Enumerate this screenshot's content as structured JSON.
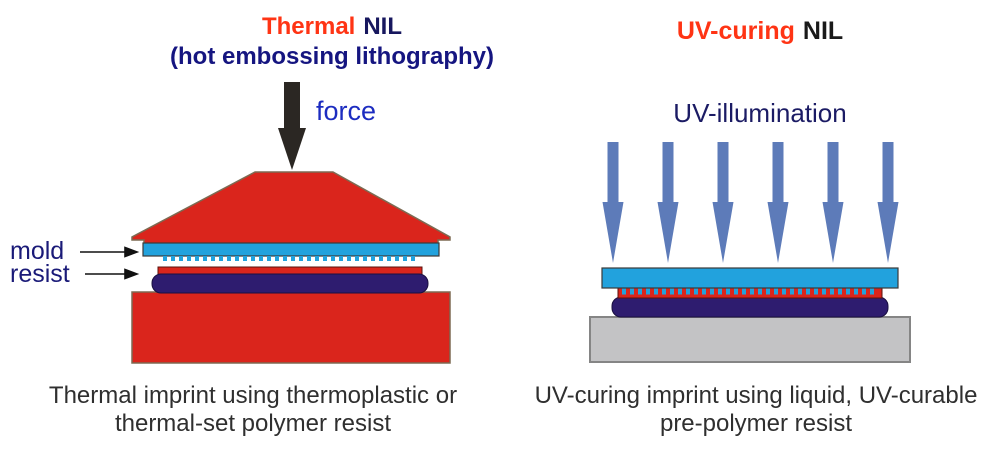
{
  "left": {
    "title_accent": "Thermal",
    "title_rest": "NIL",
    "title_line2": "(hot embossing  lithography)",
    "force_label": "force",
    "mold_label": "mold",
    "resist_label": "resist",
    "caption_line1": "Thermal imprint using thermoplastic or",
    "caption_line2": "thermal-set polymer resist"
  },
  "right": {
    "title_accent": "UV-curing",
    "title_rest": "NIL",
    "illumination_label": "UV-illumination",
    "caption_line1": "UV-curing imprint using liquid, UV-curable",
    "caption_line2": "pre-polymer resist"
  },
  "colors": {
    "title_accent_red": "#ff3414",
    "title_navy": "#17175e",
    "title_black": "#1a1a1a",
    "subtitle_navy": "#151580",
    "force_text_blue": "#1c2cc0",
    "label_navy": "#1a1a78",
    "illumination_navy": "#1b1b64",
    "caption_dark": "#2f2f2f",
    "press_red": "#da251c",
    "mold_cyan": "#22a2dd",
    "resist_navy": "#2e1c6f",
    "substrate_gray": "#c3c3c5",
    "uv_arrow_blue": "#5d7bb9",
    "force_arrow_dark": "#2b2723",
    "pointer_black": "#111111"
  }
}
